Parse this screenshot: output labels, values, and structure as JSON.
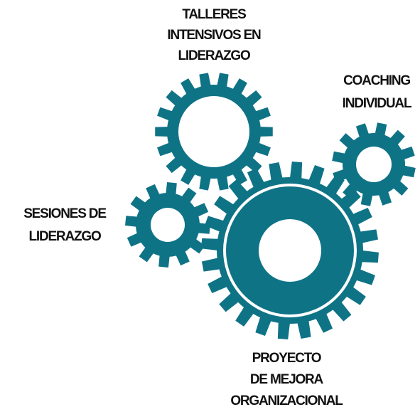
{
  "colors": {
    "gear": "#0f7386",
    "text": "#111111",
    "background": "#ffffff"
  },
  "labels": {
    "talleres": [
      "TALLERES",
      "INTENSIVOS EN",
      "LIDERAZGO"
    ],
    "coaching": [
      "COACHING",
      "INDIVIDUAL"
    ],
    "sesiones": [
      "SESIONES DE",
      "LIDERAZGO"
    ],
    "proyecto": [
      "PROYECTO",
      "DE MEJORA",
      "ORGANIZACIONAL"
    ]
  }
}
